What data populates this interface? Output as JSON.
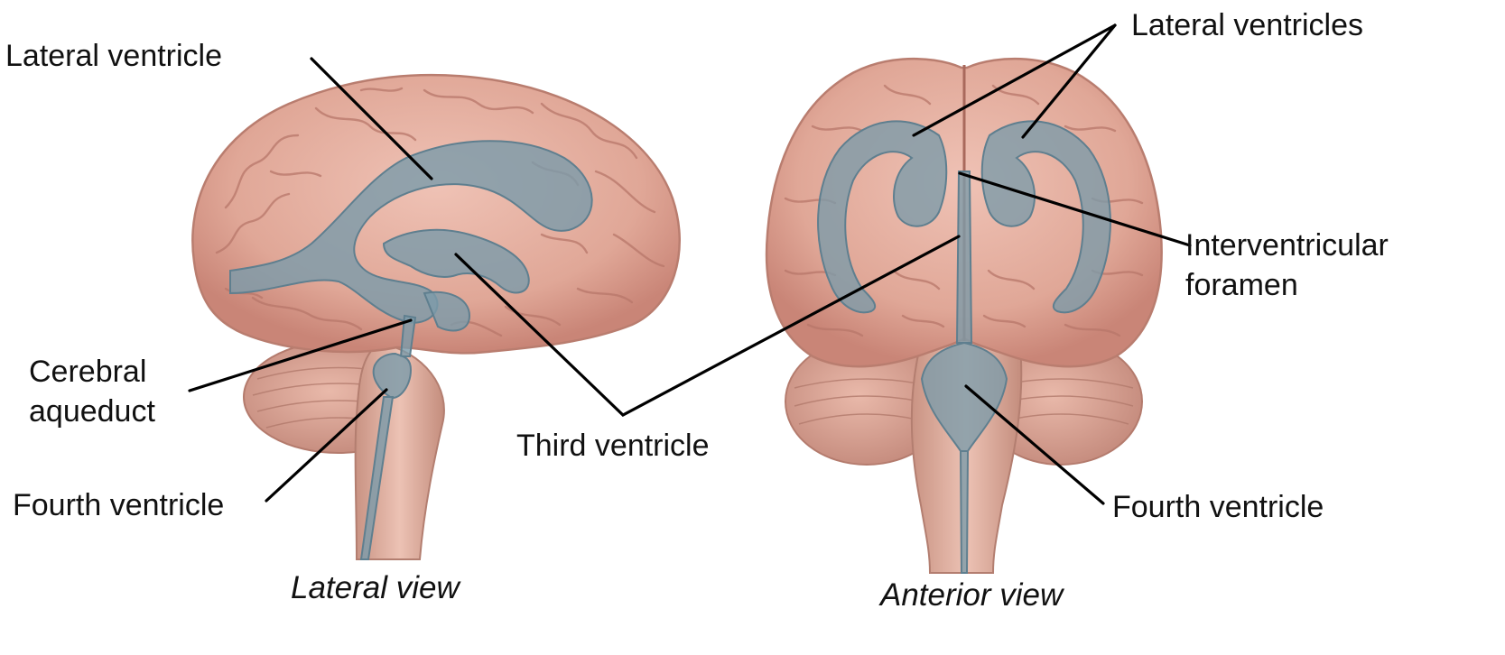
{
  "lateral_view": {
    "caption": "Lateral view",
    "labels": {
      "lateral_ventricle": "Lateral ventricle",
      "cerebral_aqueduct_line1": "Cerebral",
      "cerebral_aqueduct_line2": "aqueduct",
      "fourth_ventricle": "Fourth ventricle"
    }
  },
  "shared": {
    "third_ventricle": "Third ventricle"
  },
  "anterior_view": {
    "caption": "Anterior view",
    "labels": {
      "lateral_ventricles": "Lateral ventricles",
      "interventricular_foramen_line1": "Interventricular",
      "interventricular_foramen_line2": "foramen",
      "fourth_ventricle": "Fourth ventricle"
    }
  },
  "colors": {
    "brain_tissue": "#e3ab9d",
    "brain_shadow": "#c98577",
    "cerebellum": "#d9a595",
    "brainstem": "#dca89a",
    "ventricle": "#7d9ba9",
    "ventricle_edge": "#5f7f8f",
    "leader_line": "#000000"
  }
}
